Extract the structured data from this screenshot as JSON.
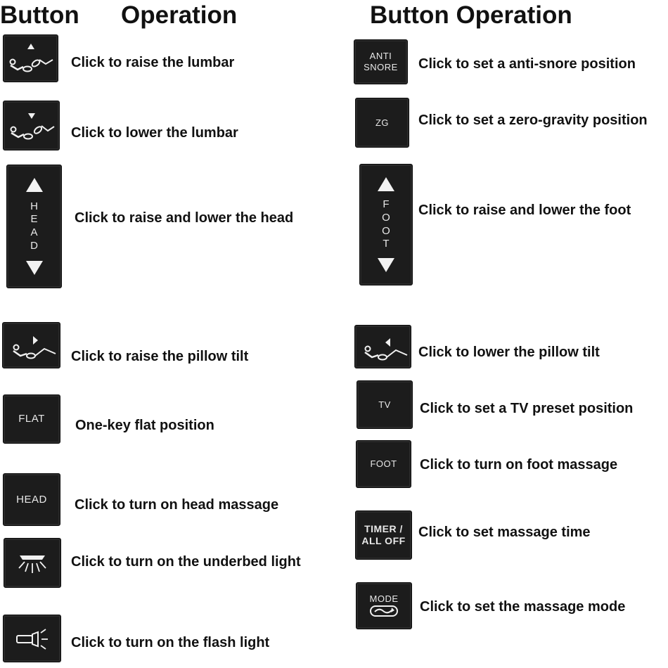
{
  "headers": {
    "left_button": "Button",
    "left_operation": "Operation",
    "right": "Button Operation"
  },
  "left": [
    {
      "icon": "bed-lumbar-raise-icon",
      "label": "Click to raise the lumbar"
    },
    {
      "icon": "bed-lumbar-lower-icon",
      "label": "Click to lower the lumbar"
    },
    {
      "icon": "head-updown-button",
      "letters": [
        "H",
        "E",
        "A",
        "D"
      ],
      "label": "Click to raise and lower the head"
    },
    {
      "icon": "pillow-tilt-raise-icon",
      "label": "Click to raise the pillow tilt"
    },
    {
      "icon": "flat-text",
      "text": "FLAT",
      "label": "One-key flat position"
    },
    {
      "icon": "head-text",
      "text": "HEAD",
      "label": "Click to turn on head massage"
    },
    {
      "icon": "underbed-light-icon",
      "label": "Click to turn on the underbed light"
    },
    {
      "icon": "flashlight-icon",
      "label": "Click to turn on the flash light"
    }
  ],
  "right": [
    {
      "icon": "anti-snore-text",
      "text1": "ANTI",
      "text2": "SNORE",
      "label": "Click to set a anti-snore position"
    },
    {
      "icon": "zg-text",
      "text": "ZG",
      "label": "Click to set a zero-gravity position"
    },
    {
      "icon": "foot-updown-button",
      "letters": [
        "F",
        "O",
        "O",
        "T"
      ],
      "label": "Click to raise and lower the foot"
    },
    {
      "icon": "pillow-tilt-lower-icon",
      "label": "Click to lower the pillow tilt"
    },
    {
      "icon": "tv-text",
      "text": "TV",
      "label": "Click to set a TV preset position"
    },
    {
      "icon": "foot-text",
      "text": "FOOT",
      "label": "Click to turn on foot massage"
    },
    {
      "icon": "timer-text",
      "text1": "TIMER /",
      "text2": "ALL OFF",
      "label": "Click to set massage time"
    },
    {
      "icon": "mode-text",
      "text": "MODE",
      "label": "Click to set the massage mode"
    }
  ]
}
